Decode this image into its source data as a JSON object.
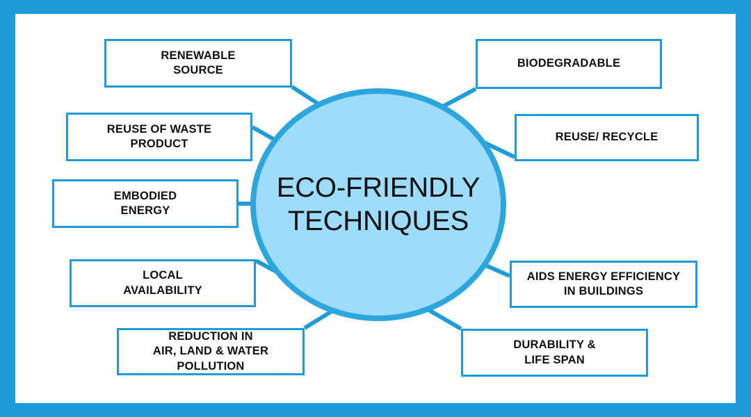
{
  "diagram": {
    "type": "hub-and-spoke mind map",
    "center": {
      "label": "ECO-FRIENDLY\nTECHNIQUES",
      "fill_color": "#9ddcfa",
      "border_color": "#2ca6dd"
    },
    "frame_color": "#1f9bd9",
    "box_border_color": "#1f9bd9",
    "connector_color": "#1f9bd9",
    "text_color": "#111111",
    "nodes": [
      {
        "id": "renewable-source",
        "label": "RENEWABLE\nSOURCE",
        "side": "left"
      },
      {
        "id": "biodegradable",
        "label": "BIODEGRADABLE",
        "side": "right"
      },
      {
        "id": "reuse-of-waste-product",
        "label": "REUSE OF WASTE\nPRODUCT",
        "side": "left"
      },
      {
        "id": "reuse-recycle",
        "label": "REUSE/ RECYCLE",
        "side": "right"
      },
      {
        "id": "embodied-energy",
        "label": "EMBODIED\nENERGY",
        "side": "left"
      },
      {
        "id": "aids-energy-efficiency",
        "label": "AIDS ENERGY EFFICIENCY\nIN BUILDINGS",
        "side": "right"
      },
      {
        "id": "local-availability",
        "label": "LOCAL\nAVAILABILITY",
        "side": "left"
      },
      {
        "id": "durability-life-span",
        "label": "DURABILITY &\nLIFE SPAN",
        "side": "right"
      },
      {
        "id": "reduction-in-pollution",
        "label": "REDUCTION IN\nAIR, LAND & WATER\nPOLLUTION",
        "side": "left"
      }
    ]
  }
}
